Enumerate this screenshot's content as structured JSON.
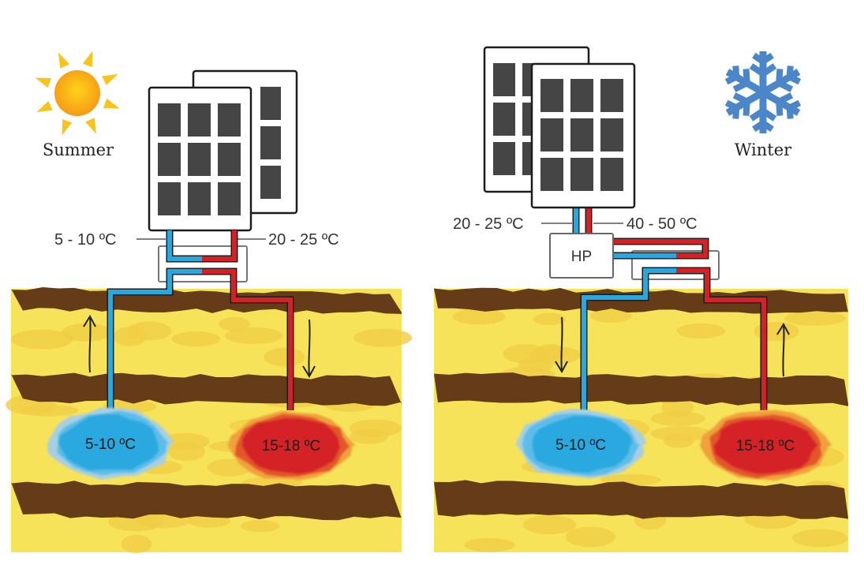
{
  "figure": {
    "panels": [
      {
        "id": "summer",
        "season_label": "Summer",
        "season_icon": "sun-icon",
        "supply_label": "5 - 10 ºC",
        "return_label": "20 - 25 ºC",
        "cold_store_label": "5-10 ºC",
        "warm_store_label": "15-18 ºC",
        "cold_well_flow": "up",
        "warm_well_flow": "down",
        "has_heat_pump": false
      },
      {
        "id": "winter",
        "season_label": "Winter",
        "season_icon": "snowflake-icon",
        "supply_label": "20 - 25 ºC",
        "return_label": "40 - 50 ºC",
        "cold_store_label": "5-10 ºC",
        "warm_store_label": "15-18 ºC",
        "cold_well_flow": "down",
        "warm_well_flow": "up",
        "has_heat_pump": true,
        "heat_pump_label": "HP"
      }
    ],
    "colors": {
      "cold": "#29a8e0",
      "warm": "#d42027",
      "soil_dark": "#653c17",
      "soil_light": "#f7e35a",
      "soil_blotch": "#f0cd45",
      "panel_cell": "#454545",
      "sun": "#f7a81b",
      "snowflake": "#4a86c8"
    }
  }
}
